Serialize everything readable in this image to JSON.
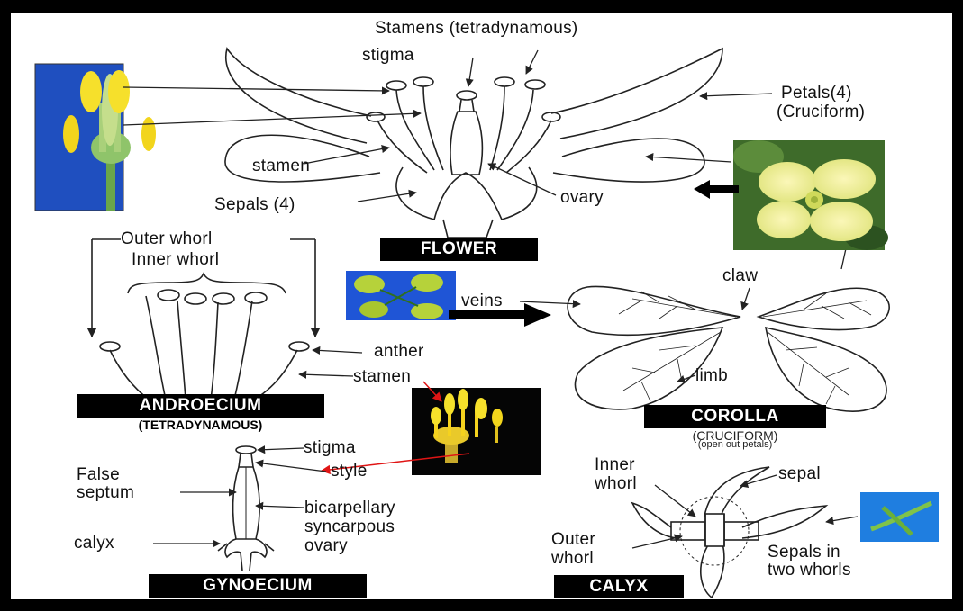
{
  "labels": {
    "stamens_tetradynamous": "Stamens (tetradynamous)",
    "stigma_top": "stigma",
    "petals": "Petals(4)",
    "cruciform_paren": "(Cruciform)",
    "stamen_flower": "stamen",
    "sepals": "Sepals (4)",
    "ovary": "ovary",
    "outer_whorl": "Outer  whorl",
    "inner_whorl": "Inner whorl",
    "claw": "claw",
    "veins": "veins",
    "anther": "anther",
    "stamen_andro": "stamen",
    "limb": "limb",
    "stigma_gyn": "stigma",
    "style": "style",
    "false_septum_1": "False",
    "false_septum_2": "septum",
    "bicarpellary": "bicarpellary",
    "syncarpous": "syncarpous",
    "ovary_gyn": "ovary",
    "calyx_label": "calyx",
    "inner_whorl_calyx_1": "Inner",
    "inner_whorl_calyx_2": "whorl",
    "sepal": "sepal",
    "outer_whorl_calyx_1": "Outer",
    "outer_whorl_calyx_2": "whorl",
    "sepals_two_whorls_1": "Sepals in",
    "sepals_two_whorls_2": "two whorls"
  },
  "titles": {
    "flower": "FLOWER",
    "androecium": "ANDROECIUM",
    "tetradynamous": "(TETRADYNAMOUS)",
    "corolla": "COROLLA",
    "cruciform": "(CRUCIFORM)",
    "open_out": "(open out petals)",
    "gynoecium": "GYNOECIUM",
    "calyx": "CALYX"
  },
  "colors": {
    "frame": "#000000",
    "background": "#ffffff",
    "ink": "#222222",
    "photo_blue": "#1f4fbf",
    "photo_black": "#050505",
    "photo_green": "#3e6b2a",
    "flower_yellow": "#f2ec86",
    "stamen_yellow": "#f5d21e",
    "red_pointer": "#e01515"
  }
}
